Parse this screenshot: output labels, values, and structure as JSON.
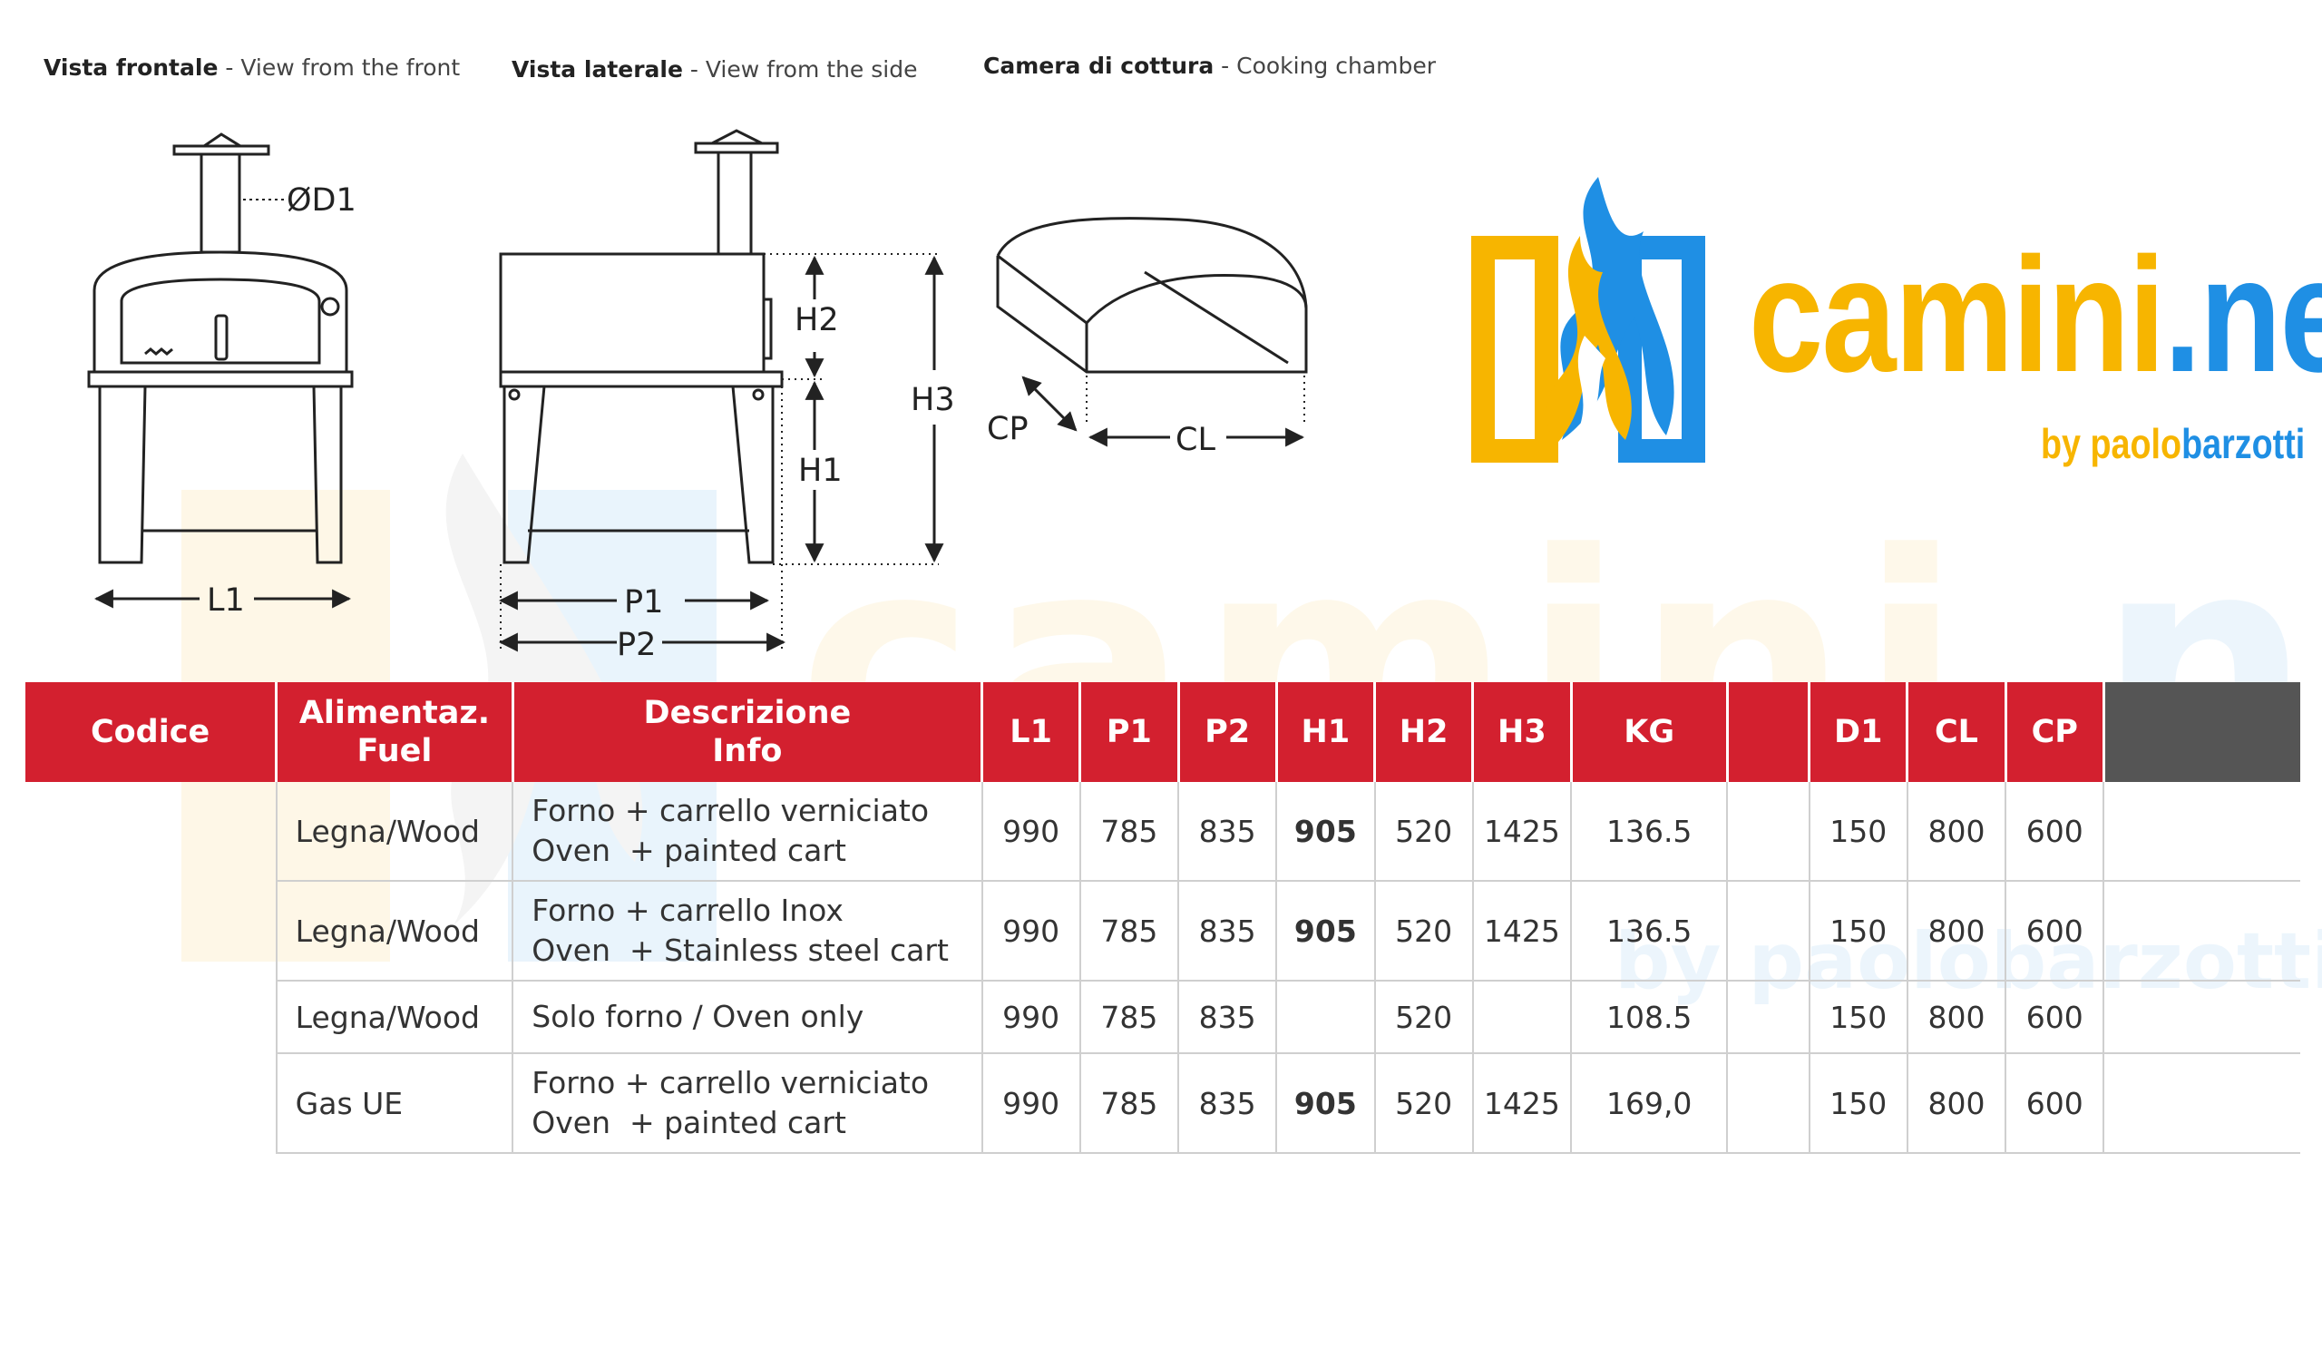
{
  "captions": {
    "front": {
      "it": "Vista frontale",
      "sep": " - ",
      "en": "View from the front"
    },
    "side": {
      "it": "Vista laterale",
      "sep": " - ",
      "en": "View from the side"
    },
    "chamber": {
      "it": "Camera di cottura",
      "sep": " - ",
      "en": "Cooking chamber"
    }
  },
  "dimension_labels": {
    "d1": "ØD1",
    "l1": "L1",
    "h2": "H2",
    "h1": "H1",
    "h3": "H3",
    "p1": "P1",
    "p2": "P2",
    "cp": "CP",
    "cl": "CL"
  },
  "logo": {
    "word_a": "camini",
    "word_b": ".net",
    "by": "by paolo",
    "by_name": "barzotti"
  },
  "watermark": {
    "word_a": "camini",
    "word_b": ".net",
    "sub": "by paolobarzotti"
  },
  "colors": {
    "header_red": "#d3202f",
    "header_grey": "#555555",
    "logo_yellow": "#f7b500",
    "logo_blue": "#1f8fe4"
  },
  "table": {
    "headers": {
      "code": "Codice",
      "fuel_it": "Alimentaz.",
      "fuel_en": "Fuel",
      "desc_it": "Descrizione",
      "desc_en": "Info",
      "l1": "L1",
      "p1": "P1",
      "p2": "P2",
      "h1": "H1",
      "h2": "H2",
      "h3": "H3",
      "kg": "KG",
      "blank": "",
      "d1": "D1",
      "cl": "CL",
      "cp": "CP"
    },
    "rows": [
      {
        "code": "",
        "fuel": "Legna/Wood",
        "desc_it": "Forno + carrello verniciato",
        "desc_en": "Oven  + painted cart",
        "l1": "990",
        "p1": "785",
        "p2": "835",
        "h1": "905",
        "h2": "520",
        "h3": "1425",
        "kg": "136.5",
        "blank": "",
        "d1": "150",
        "cl": "800",
        "cp": "600"
      },
      {
        "code": "",
        "fuel": "Legna/Wood",
        "desc_it": "Forno + carrello Inox",
        "desc_en": "Oven  + Stainless steel cart",
        "l1": "990",
        "p1": "785",
        "p2": "835",
        "h1": "905",
        "h2": "520",
        "h3": "1425",
        "kg": "136.5",
        "blank": "",
        "d1": "150",
        "cl": "800",
        "cp": "600"
      },
      {
        "code": "",
        "fuel": "Legna/Wood",
        "desc_it": "Solo forno / Oven only",
        "desc_en": "",
        "l1": "990",
        "p1": "785",
        "p2": "835",
        "h1": "",
        "h2": "520",
        "h3": "",
        "kg": "108.5",
        "blank": "",
        "d1": "150",
        "cl": "800",
        "cp": "600"
      },
      {
        "code": "",
        "fuel": "Gas UE",
        "desc_it": "Forno + carrello verniciato",
        "desc_en": "Oven  + painted cart",
        "l1": "990",
        "p1": "785",
        "p2": "835",
        "h1": "905",
        "h2": "520",
        "h3": "1425",
        "kg": "169,0",
        "blank": "",
        "d1": "150",
        "cl": "800",
        "cp": "600"
      }
    ]
  }
}
